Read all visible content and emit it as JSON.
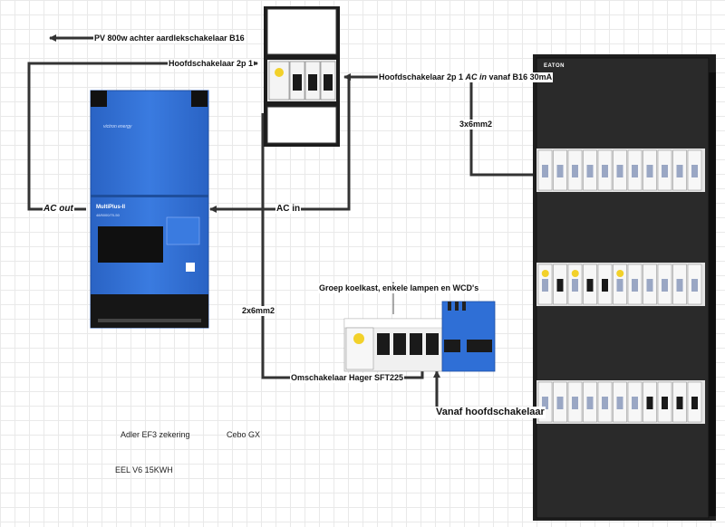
{
  "labels": {
    "pv": "PV 800w achter aardlekschakelaar B16",
    "main_switch_2p": "Hoofdschakelaar 2p 1",
    "main_switch_ac_pre": "Hoofdschakelaar 2p 1 ",
    "main_switch_ac_em": "AC in",
    "main_switch_ac_post": " vanaf B16 30mA",
    "cable_3x6": "3x6mm2",
    "ac_out": "AC out",
    "ac_in": "AC in",
    "cable_2x6": "2x6mm2",
    "group": "Groep koelkast, enkele lampen en WCD's",
    "changeover": "Omschakelaar Hager SFT225",
    "from_main": "Vanaf hoofdschakelaar"
  },
  "notes": {
    "adler": "Adler EF3 zekering",
    "cebo": "Cebo GX",
    "eel": "EEL V6 15KWH"
  },
  "device": {
    "brand": "victron energy",
    "model": "MultiPlus-II",
    "model_sub": "48/5000/70-50"
  },
  "cabinet": {
    "brand": "EATON"
  },
  "colors": {
    "wire": "#333333",
    "victron_blue": "#2f6fd6",
    "cabinet": "#222222",
    "breaker": "#f4f4f4",
    "switch_dark": "#1a1a1a"
  }
}
